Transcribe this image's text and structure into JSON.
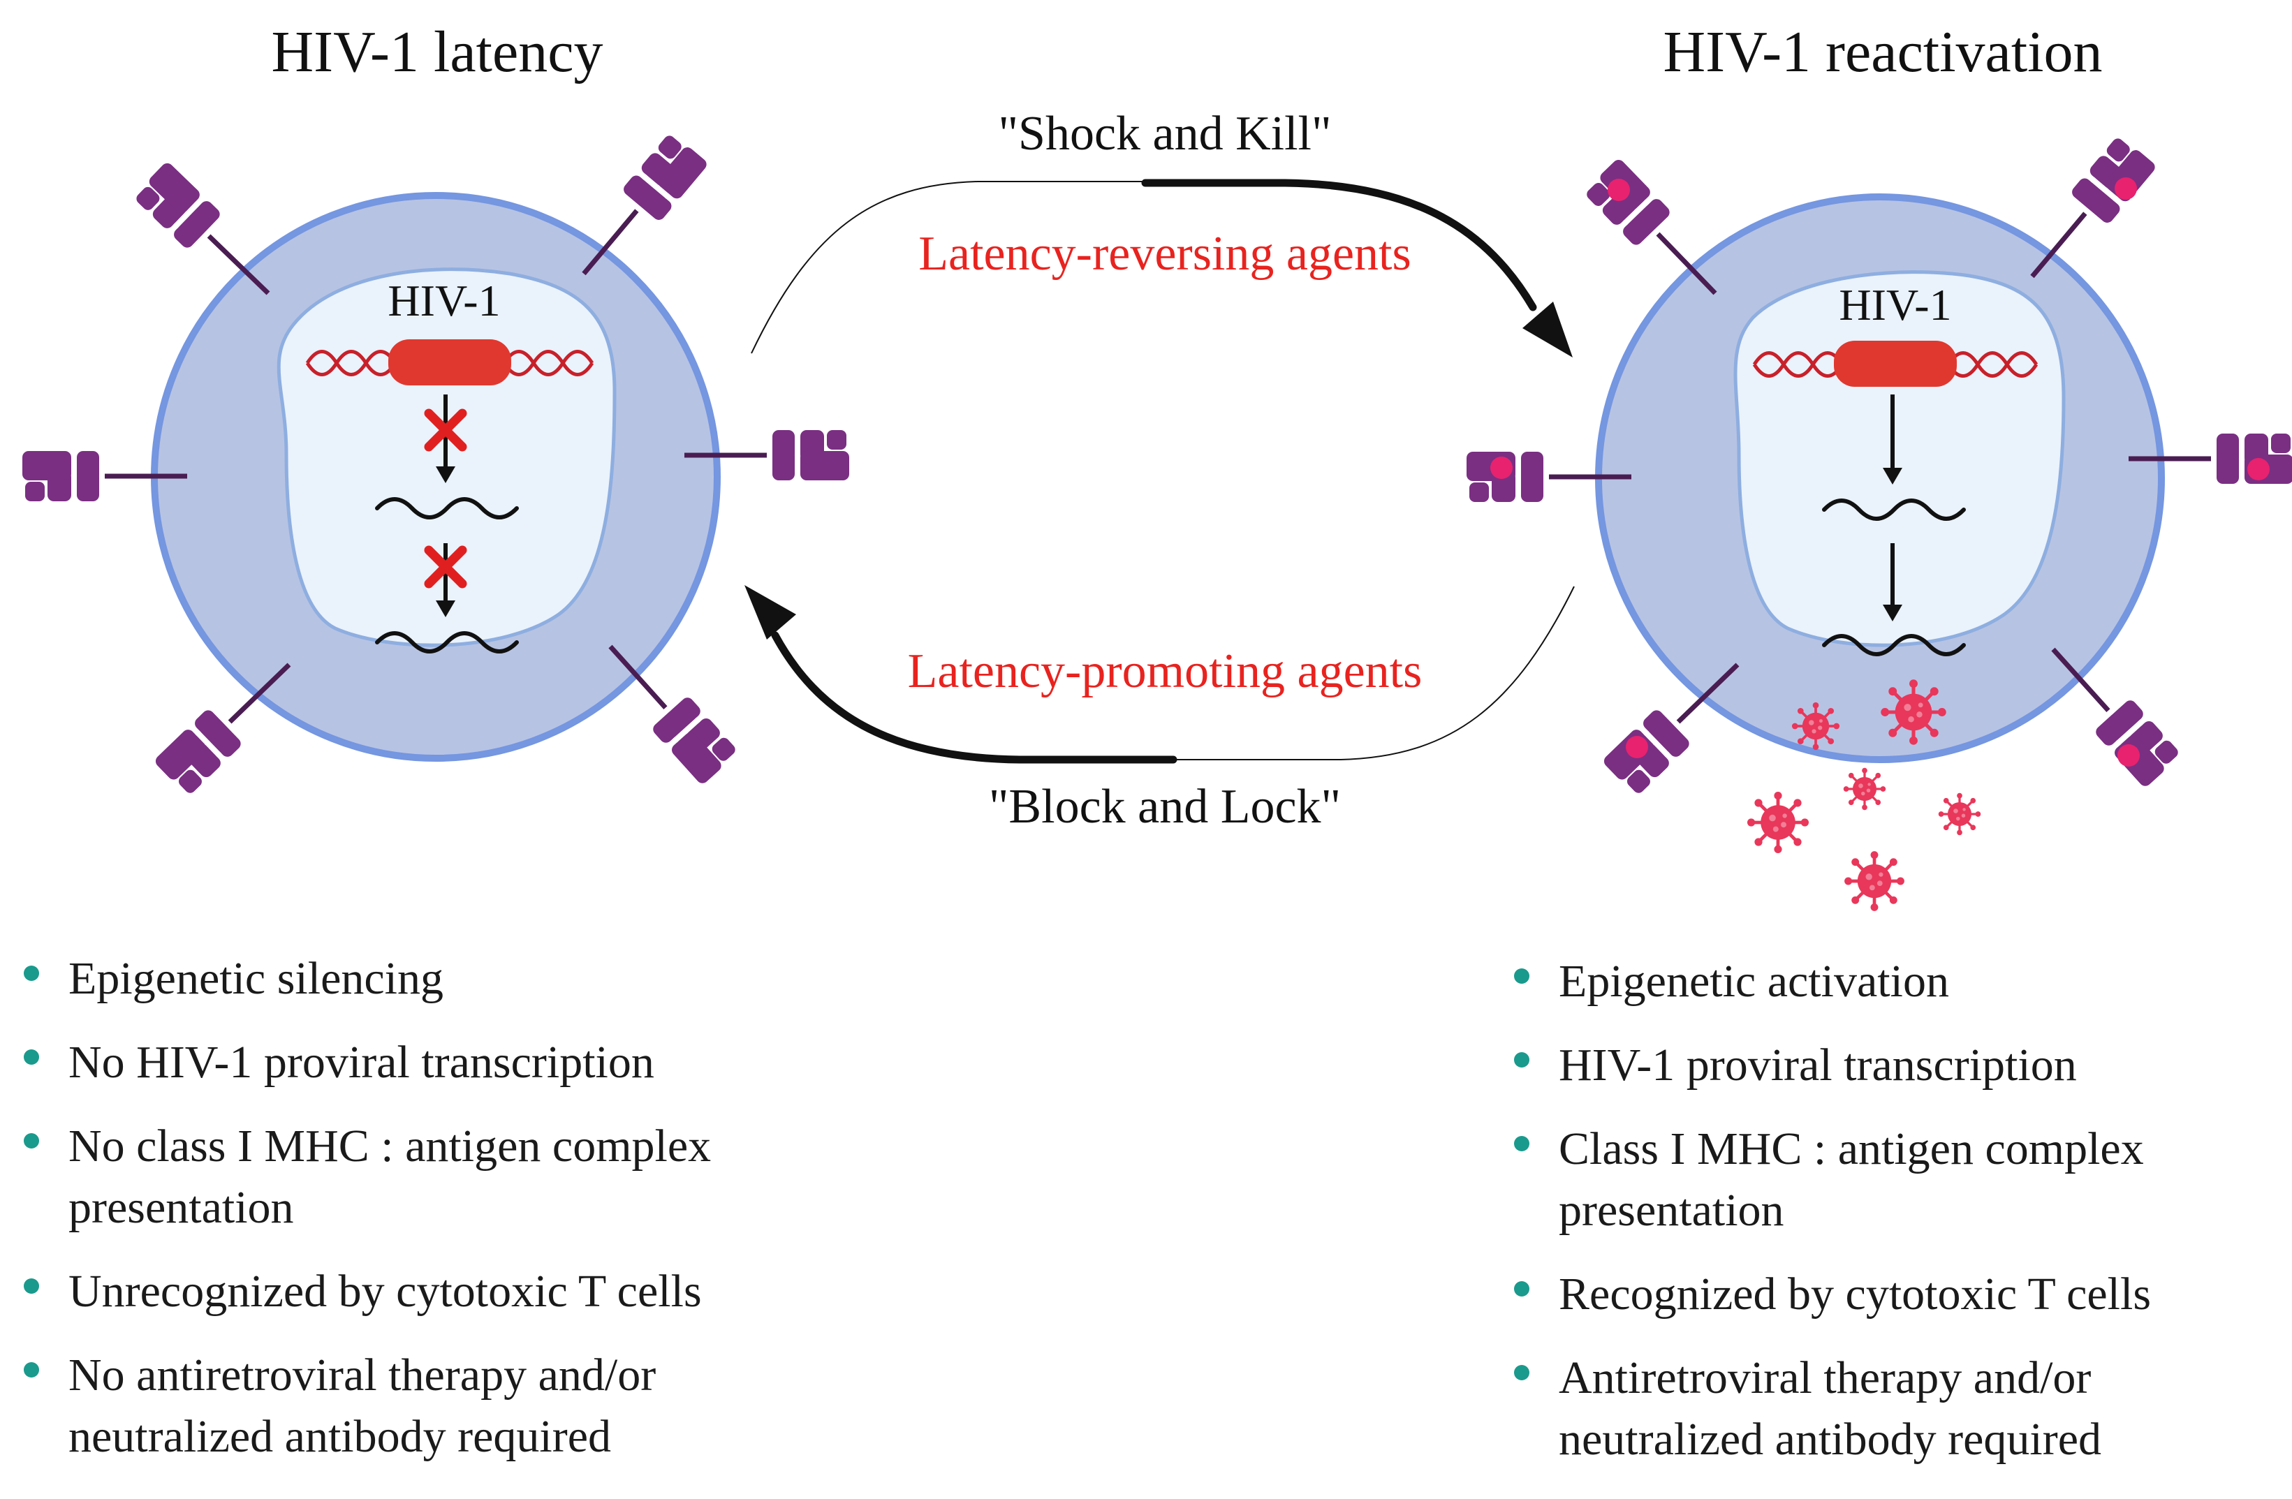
{
  "titles": {
    "latency": "HIV-1 latency",
    "reactivation": "HIV-1 reactivation"
  },
  "nucleus_label": "HIV-1",
  "strategies": {
    "shock_kill": "\"Shock and Kill\"",
    "lra": "Latency-reversing agents",
    "lpa": "Latency-promoting agents",
    "block_lock": "\"Block and Lock\""
  },
  "latency_features": [
    "Epigenetic silencing",
    "No HIV-1 proviral transcription",
    "No class I MHC : antigen complex presentation",
    "Unrecognized by cytotoxic T cells",
    "No antiretroviral therapy and/or neutralized antibody required"
  ],
  "reactivation_features": [
    "Epigenetic activation",
    "HIV-1 proviral transcription",
    "Class I MHC : antigen complex presentation",
    "Recognized by cytotoxic T cells",
    "Antiretroviral therapy and/or neutralized antibody required"
  ],
  "colors": {
    "cytoplasm": "#b7c3e3",
    "membrane": "#7596e0",
    "nucleus": "#eaf2fb",
    "receptor": "#7a2f82",
    "antigen": "#e8226e",
    "virus": "#e8375a",
    "provirus": "#e0382f",
    "block_x": "#e02020",
    "agent_text": "#e8231f",
    "bullet": "#1a9a8c"
  },
  "icons": [
    "receptor-icon",
    "antigen-icon",
    "dna-helix-icon",
    "mrna-icon",
    "blocked-x-icon",
    "virus-particle-icon",
    "curved-arrow-icon"
  ]
}
